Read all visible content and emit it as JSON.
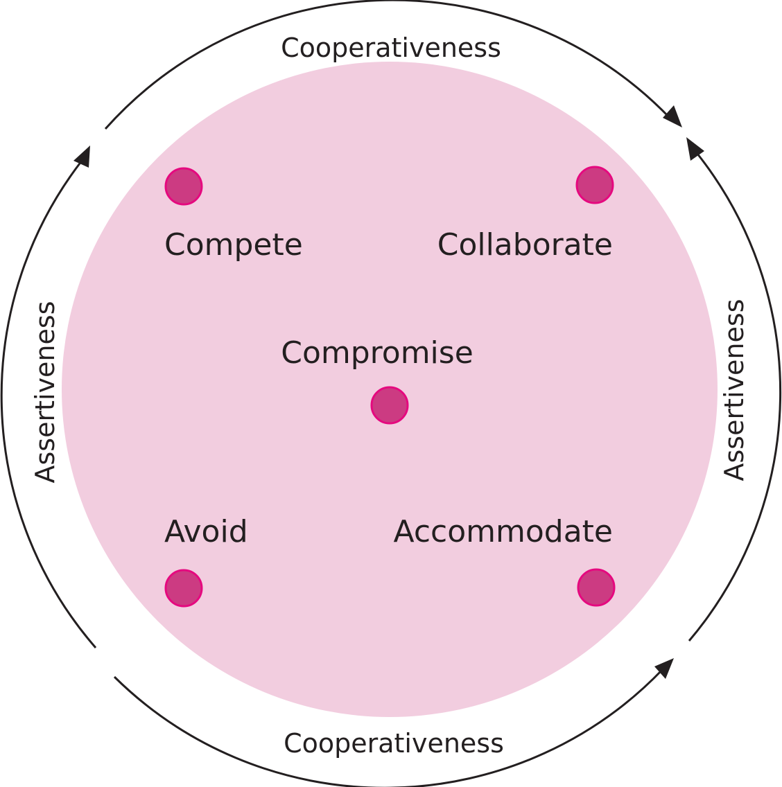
{
  "colors": {
    "inner_circle": "#f2cddf",
    "dot_fill": "#cc3b82",
    "dot_stroke": "#e5097f",
    "line": "#231f20"
  },
  "arcs": {
    "top": "Cooperativeness",
    "bottom": "Cooperativeness",
    "left": "Assertiveness",
    "right": "Assertiveness"
  },
  "modes": {
    "compete": "Compete",
    "collaborate": "Collaborate",
    "compromise": "Compromise",
    "avoid": "Avoid",
    "accommodate": "Accommodate"
  }
}
